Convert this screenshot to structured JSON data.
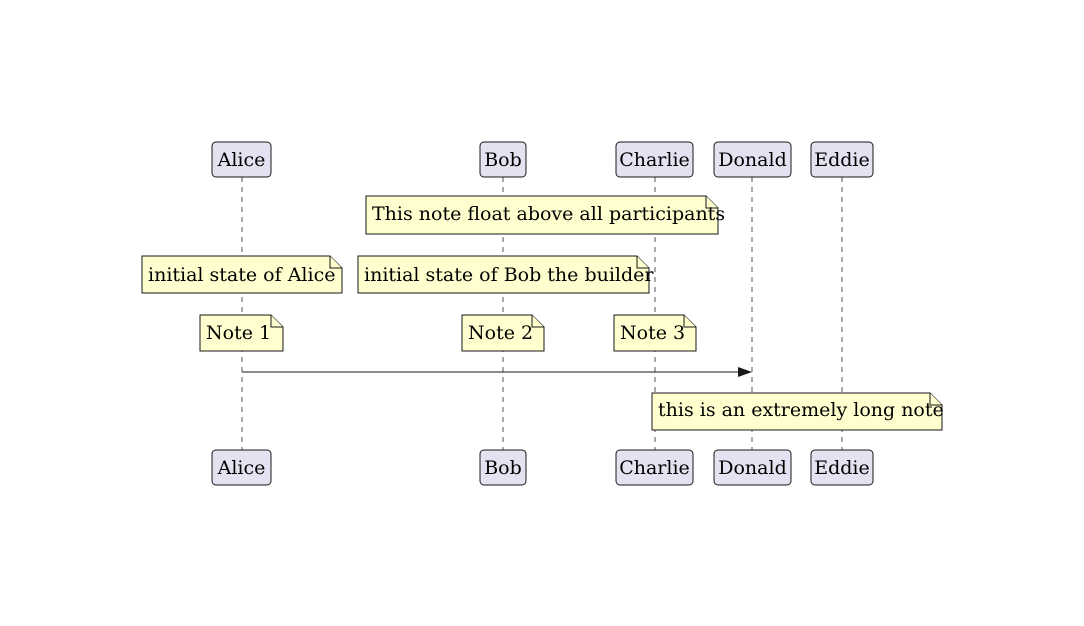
{
  "participants": [
    {
      "name": "Alice"
    },
    {
      "name": "Bob"
    },
    {
      "name": "Charlie"
    },
    {
      "name": "Donald"
    },
    {
      "name": "Eddie"
    }
  ],
  "notes": {
    "across": "This note float above all participants",
    "alice_state": "initial state of Alice",
    "bob_state": "initial state of Bob the builder",
    "note1": "Note 1",
    "note2": "Note 2",
    "note3": "Note 3",
    "long_note": "this is an extremely long note"
  },
  "messages": [
    {
      "from": "Alice",
      "to": "Donald",
      "label": ""
    }
  ],
  "colors": {
    "participant_fill": "#e2e2f0",
    "note_fill": "#fefece",
    "border": "#181818",
    "lifeline": "#555555"
  }
}
